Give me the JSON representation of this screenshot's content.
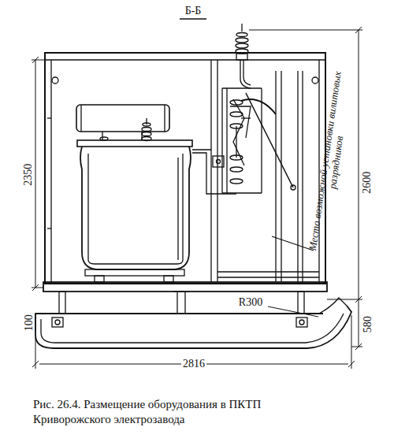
{
  "diagram": {
    "caption": "Рис. 26.4. Размещение оборудования в ПКТП Криворожского электрозавода",
    "labels": [
      "Б-Б",
      "2350",
      "2600",
      "580",
      "100",
      "2816",
      "R300",
      "Место возможной установки вилитовых разрядников"
    ]
  }
}
